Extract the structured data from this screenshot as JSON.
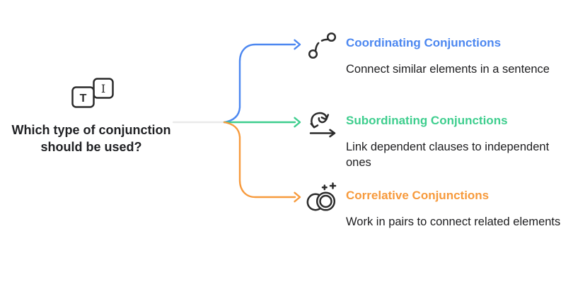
{
  "page": {
    "background": "#ffffff",
    "text_color": "#1d1d1f"
  },
  "root": {
    "title": "Which type of conjunction should be used?",
    "icon": "text-keys-icon",
    "key_t": "T",
    "key_i": "I"
  },
  "trunk": {
    "color": "#EAEAEA"
  },
  "branches": [
    {
      "label": "Coordinating Conjunctions",
      "description": "Connect similar elements in a sentence",
      "color": "#4C87F0",
      "icon": "curved-connector-icon"
    },
    {
      "label": "Subordinating Conjunctions",
      "description": "Link dependent clauses to independent ones",
      "color": "#3ECE8E",
      "icon": "loop-arrow-icon"
    },
    {
      "label": "Correlative Conjunctions",
      "description": "Work in pairs to connect related elements",
      "color": "#F79A3C",
      "icon": "paired-rings-sparkle-icon"
    }
  ]
}
